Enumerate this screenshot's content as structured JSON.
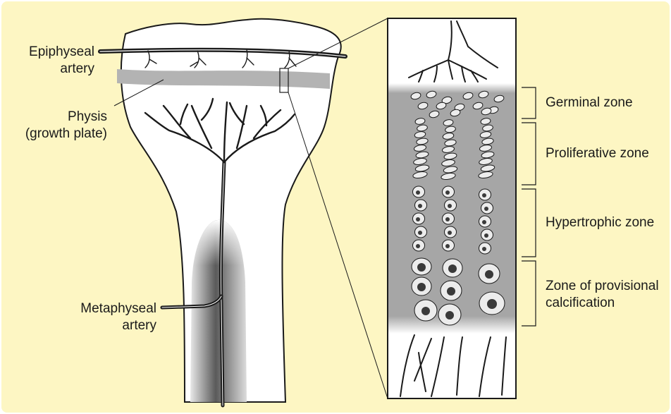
{
  "labels": {
    "epiphyseal_artery": [
      "Epiphyseal",
      "artery"
    ],
    "physis": [
      "Physis",
      "(growth plate)"
    ],
    "metaphyseal_artery": [
      "Metaphyseal",
      "artery"
    ],
    "germinal_zone": "Germinal zone",
    "proliferative_zone": "Proliferative zone",
    "hypertrophic_zone": "Hypertrophic zone",
    "provisional_calcification": [
      "Zone of provisional",
      "calcification"
    ]
  },
  "colors": {
    "background": "#fdf6c3",
    "bone": "#ffffff",
    "outline": "#1a1a1a",
    "physis_band": "#b3b3b3",
    "zone_gray": "#a6a6a6",
    "cell_fill": "#ececec"
  }
}
